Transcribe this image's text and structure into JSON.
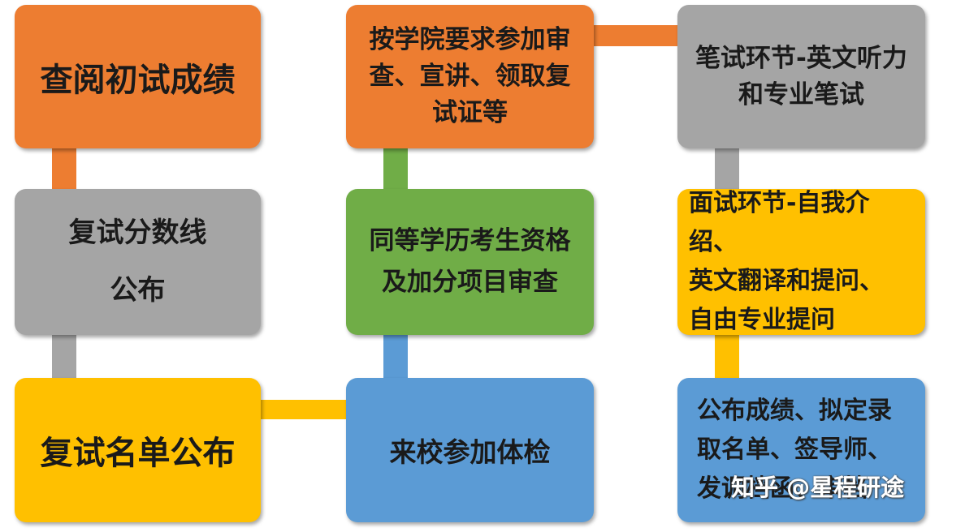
{
  "colors": {
    "orange": "#ed7d31",
    "gray": "#a5a5a5",
    "yellow": "#ffc000",
    "green": "#70ad47",
    "blue": "#5b9bd5"
  },
  "steps": [
    {
      "id": "b1",
      "text": "查阅初试成绩",
      "color": "#ed7d31"
    },
    {
      "id": "b2",
      "text": "复试分数线\n公布",
      "color": "#a5a5a5"
    },
    {
      "id": "b3",
      "text": "复试名单公布",
      "color": "#ffc000"
    },
    {
      "id": "b6",
      "text": "来校参加体检",
      "color": "#5b9bd5"
    },
    {
      "id": "b5",
      "text": "同等学历考生资格\n及加分项目审查",
      "color": "#70ad47"
    },
    {
      "id": "b4",
      "text": "按学院要求参加审\n查、宣讲、领取复\n试证等",
      "color": "#ed7d31"
    },
    {
      "id": "b7",
      "text": "笔试环节-英文听力\n和专业笔试",
      "color": "#a5a5a5"
    },
    {
      "id": "b8",
      "text": "面试环节-自我介绍、\n英文翻译和提问、\n自由专业提问",
      "color": "#ffc000"
    },
    {
      "id": "b9",
      "text": "公布成绩、拟定录\n取名单、签导师、\n发调档函、审档",
      "color": "#5b9bd5"
    }
  ],
  "connectors": [
    {
      "id": "c1",
      "color": "#ed7d31"
    },
    {
      "id": "c2",
      "color": "#a5a5a5"
    },
    {
      "id": "c3",
      "color": "#ffc000"
    },
    {
      "id": "c4",
      "color": "#5b9bd5"
    },
    {
      "id": "c5",
      "color": "#70ad47"
    },
    {
      "id": "c6",
      "color": "#ed7d31"
    },
    {
      "id": "c7",
      "color": "#a5a5a5"
    },
    {
      "id": "c8",
      "color": "#ffc000"
    }
  ],
  "watermark": "知乎 @星程研途"
}
